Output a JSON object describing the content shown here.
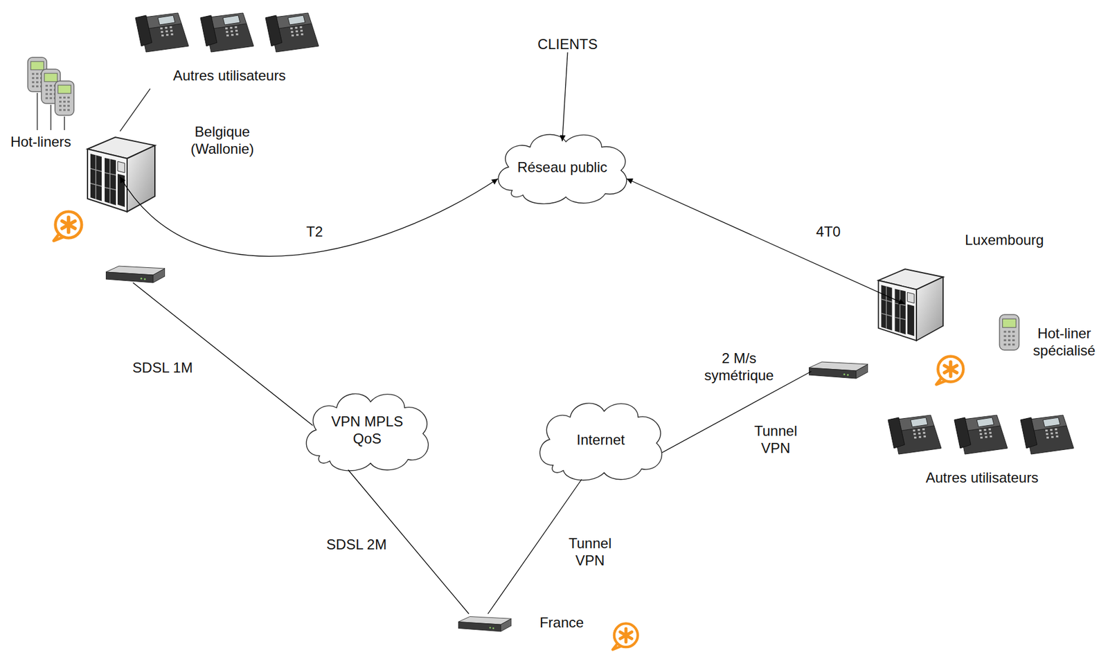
{
  "diagram": {
    "nodes": [
      {
        "text": [
          "CLIENTS"
        ]
      },
      {
        "text": [
          "Réseau public"
        ]
      },
      {
        "text": [
          "Belgique (Wallonie)"
        ]
      },
      {
        "text": [
          "Luxembourg"
        ]
      },
      {
        "text": [
          "VPN MPLS QoS"
        ]
      },
      {
        "text": [
          "Internet"
        ]
      },
      {
        "text": [
          "France"
        ]
      }
    ],
    "edges": [
      {
        "from": 0,
        "to": 1,
        "arrow": "to"
      },
      {
        "from": 1,
        "to": 2,
        "label": "T2",
        "arrow": "both"
      },
      {
        "from": 3,
        "to": 1,
        "label": "4T0",
        "arrow": "both"
      },
      {
        "from": 2,
        "to": 4,
        "label": "SDSL 1M",
        "arrow": "none"
      },
      {
        "from": 4,
        "to": 6,
        "label": "SDSL 2M",
        "arrow": "none"
      },
      {
        "from": 6,
        "to": 5,
        "label": "Tunnel VPN",
        "arrow": "none"
      },
      {
        "from": 5,
        "to": 3,
        "label": "Tunnel VPN",
        "arrow": "none"
      }
    ],
    "labels": [
      "Autres utilisateurs",
      "Hot-liners",
      "Hot-liner spécialisé",
      "2 M/s symétrique",
      "Autres utilisateurs"
    ]
  }
}
